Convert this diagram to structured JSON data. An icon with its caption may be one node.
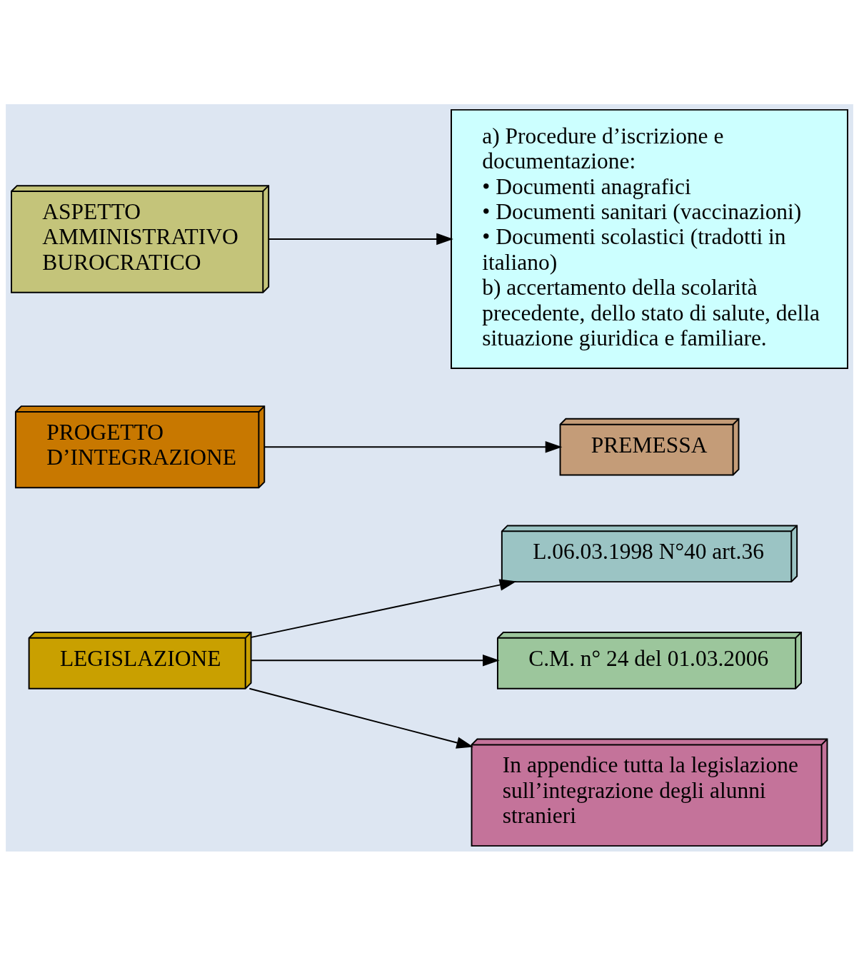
{
  "diagram": {
    "nodes": [
      {
        "text": [
          "LEGISLAZIONE"
        ]
      },
      {
        "text": [
          "L.06.03.1998 N°40 art.36"
        ]
      },
      {
        "text": [
          "C.M. n° 24 del 01.03.2006"
        ]
      },
      {
        "text": [
          "In appendice tutta la legislazione sull’integrazione degli alunni stranieri"
        ]
      },
      {
        "text": [
          "PROGETTO D’INTEGRAZIONE"
        ]
      },
      {
        "text": [
          "PREMESSA"
        ]
      },
      {
        "text": [
          "ASPETTO AMMINISTRATIVO BUROCRATICO"
        ]
      },
      {
        "text": [
          "a) Procedure d’iscrizione e documentazione:",
          "• Documenti anagrafici",
          "• Documenti sanitari (vaccinazioni)",
          "• Documenti scolastici (tradotti in italiano)",
          "b) accertamento della scolarità precedente, dello stato di salute, della situazione giuridica e familiare."
        ]
      }
    ],
    "edges": [
      {
        "from": 0,
        "to": 1,
        "arrow": "to"
      },
      {
        "from": 0,
        "to": 2,
        "arrow": "to"
      },
      {
        "from": 0,
        "to": 3,
        "arrow": "to"
      },
      {
        "from": 4,
        "to": 5,
        "arrow": "to"
      },
      {
        "from": 6,
        "to": 7,
        "arrow": "to"
      }
    ]
  }
}
